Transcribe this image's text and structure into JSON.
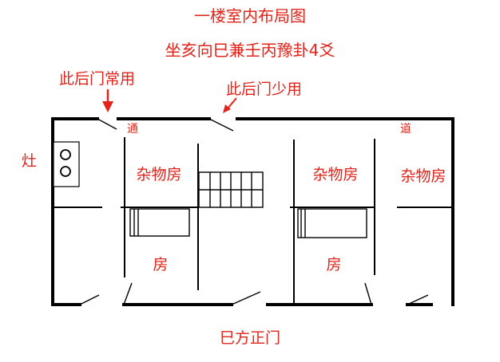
{
  "title": "一楼室内布局图",
  "subtitle": "坐亥向巳兼壬丙豫卦4爻",
  "annotations": {
    "back_door_common": "此后门常用",
    "back_door_rare": "此后门少用",
    "front_door": "巳方正门"
  },
  "rooms": {
    "stove": "灶",
    "passage_left": "通",
    "passage_right": "道",
    "storage_left": "杂物房",
    "storage_middle": "杂物房",
    "storage_right": "杂物房",
    "room_left": "房",
    "room_right": "房"
  },
  "colors": {
    "text": "#e0241b",
    "walls": "#000000"
  }
}
